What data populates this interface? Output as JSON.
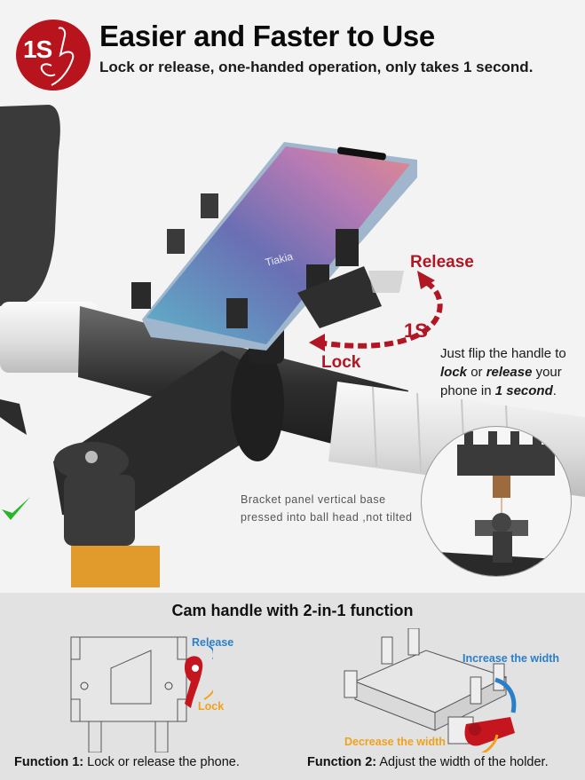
{
  "header": {
    "badge_text": "1S",
    "badge_icon": "one-second-hand-icon",
    "title": "Easier and Faster to Use",
    "subtitle": "Lock or release, one-handed operation, only takes 1 second."
  },
  "hero": {
    "brand_on_holder": "Tiakia",
    "release_label": "Release",
    "lock_label": "Lock",
    "time_label": "1S",
    "flip_note": {
      "line1": "Just flip the handle to",
      "lock_word": "lock",
      "or_word": "or",
      "release_word": "release",
      "your_word": "your",
      "phone_in": "phone in",
      "one_second": "1 second",
      "period": "."
    },
    "bracket_note": {
      "line1": "Bracket panel vertical base",
      "line2": "pressed into ball head ,not tilted"
    }
  },
  "bottom": {
    "title": "Cam handle with 2-in-1 function",
    "diagram1": {
      "release_label": "Release",
      "lock_label": "Lock"
    },
    "diagram2": {
      "increase_label": "Increase the width",
      "decrease_label": "Decrease the width"
    },
    "function1": {
      "prefix": "Function 1:",
      "text": "Lock or release the phone."
    },
    "function2": {
      "prefix": "Function 2:",
      "text": "Adjust the width of the holder."
    }
  },
  "colors": {
    "brand_red": "#b8141d",
    "arrow_red": "#b01623",
    "blue": "#2b7fc9",
    "orange": "#f0a21c",
    "check_green": "#29b62b",
    "bottom_bg": "#e2e2e2"
  }
}
